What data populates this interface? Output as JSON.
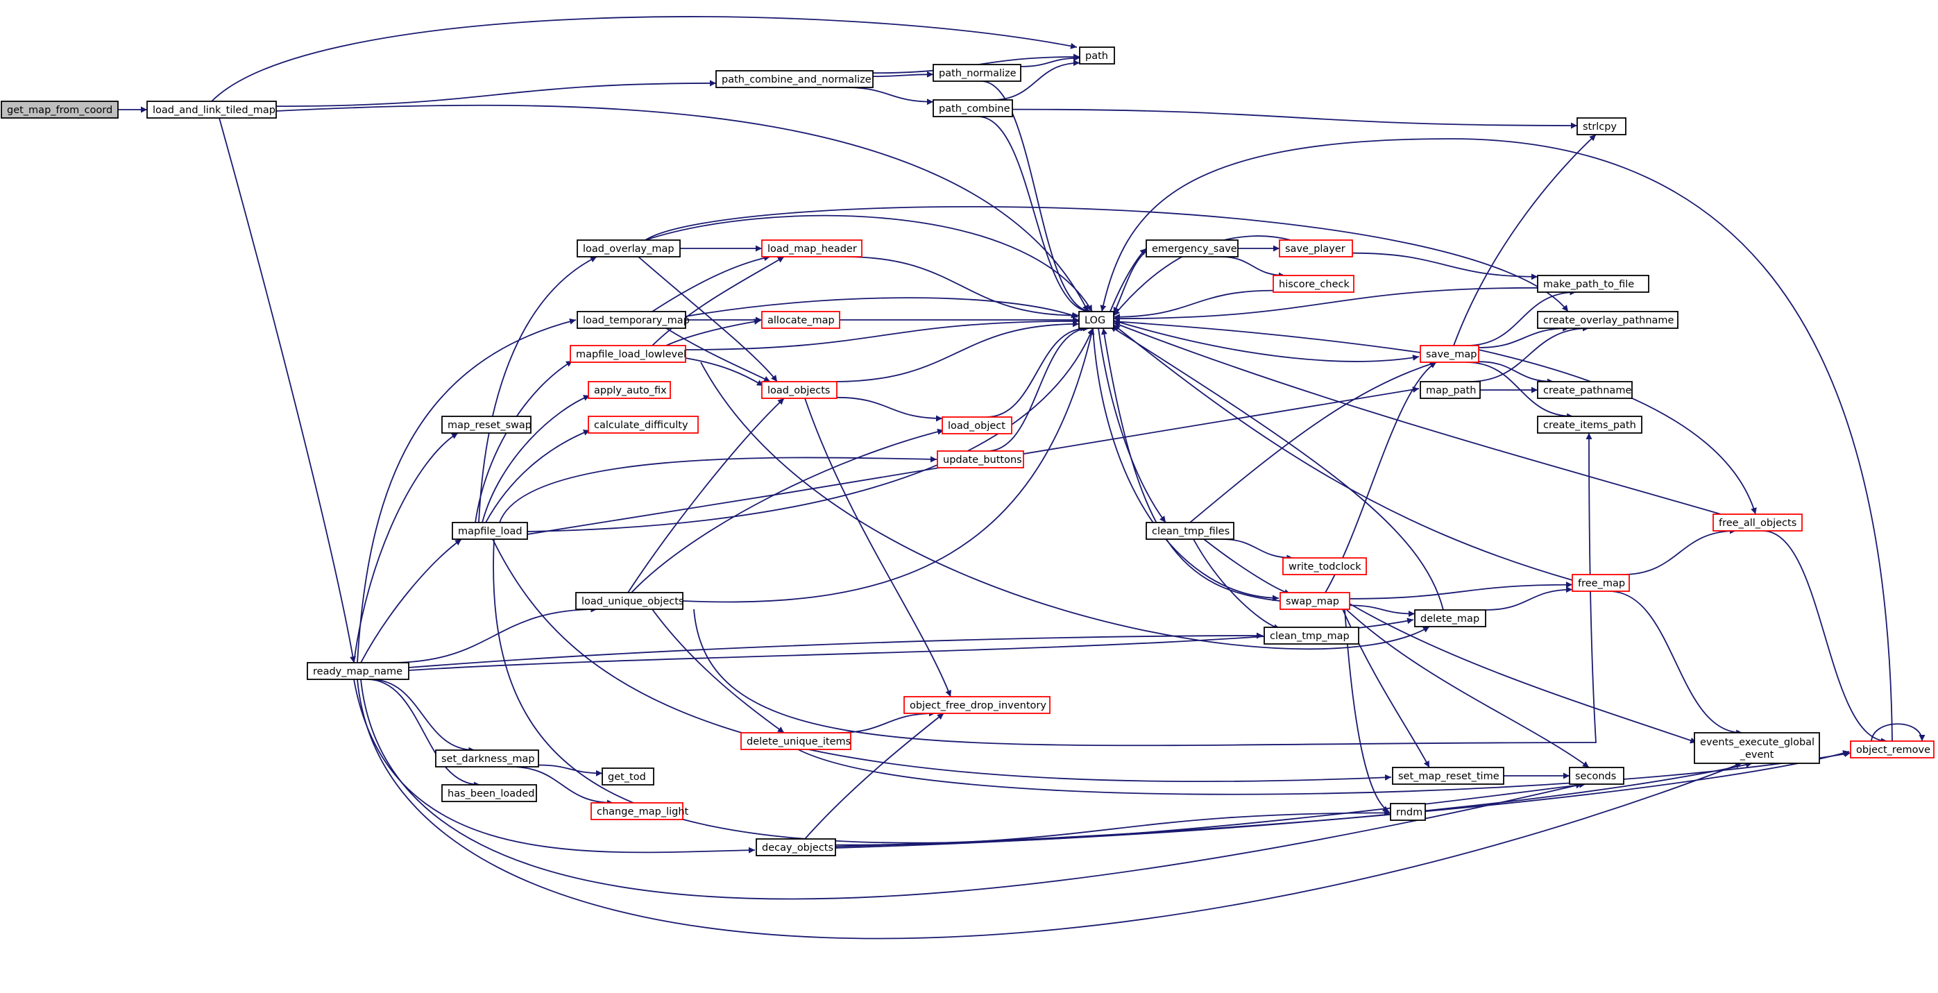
{
  "colors": {
    "edge": "#191970",
    "red_border": "#ff0000",
    "root_fill": "#bfbfbf",
    "black_border": "#000000"
  },
  "nodes": [
    {
      "id": "get_map_from_coord",
      "label": "get_map_from_coord",
      "style": "root"
    },
    {
      "id": "load_and_link_tiled_map",
      "label": "load_and_link_tiled_map",
      "style": "black"
    },
    {
      "id": "path_combine_and_normalize",
      "label": "path_combine_and_normalize",
      "style": "black"
    },
    {
      "id": "path_normalize",
      "label": "path_normalize",
      "style": "black"
    },
    {
      "id": "path",
      "label": "path",
      "style": "black"
    },
    {
      "id": "path_combine",
      "label": "path_combine",
      "style": "black"
    },
    {
      "id": "strlcpy",
      "label": "strlcpy",
      "style": "black"
    },
    {
      "id": "load_overlay_map",
      "label": "load_overlay_map",
      "style": "black"
    },
    {
      "id": "load_map_header",
      "label": "load_map_header",
      "style": "red"
    },
    {
      "id": "LOG",
      "label": "LOG",
      "style": "black"
    },
    {
      "id": "emergency_save",
      "label": "emergency_save",
      "style": "black"
    },
    {
      "id": "save_player",
      "label": "save_player",
      "style": "red"
    },
    {
      "id": "hiscore_check",
      "label": "hiscore_check",
      "style": "red"
    },
    {
      "id": "make_path_to_file",
      "label": "make_path_to_file",
      "style": "black"
    },
    {
      "id": "load_temporary_map",
      "label": "load_temporary_map",
      "style": "black"
    },
    {
      "id": "allocate_map",
      "label": "allocate_map",
      "style": "red"
    },
    {
      "id": "mapfile_load_lowlevel",
      "label": "mapfile_load_lowlevel",
      "style": "red"
    },
    {
      "id": "create_overlay_pathname",
      "label": "create_overlay_pathname",
      "style": "black"
    },
    {
      "id": "save_map",
      "label": "save_map",
      "style": "red"
    },
    {
      "id": "load_objects",
      "label": "load_objects",
      "style": "red"
    },
    {
      "id": "apply_auto_fix",
      "label": "apply_auto_fix",
      "style": "red"
    },
    {
      "id": "map_path",
      "label": "map_path",
      "style": "black"
    },
    {
      "id": "create_pathname",
      "label": "create_pathname",
      "style": "black"
    },
    {
      "id": "map_reset_swap",
      "label": "map_reset_swap",
      "style": "black"
    },
    {
      "id": "load_object",
      "label": "load_object",
      "style": "red"
    },
    {
      "id": "calculate_difficulty",
      "label": "calculate_difficulty",
      "style": "red"
    },
    {
      "id": "create_items_path",
      "label": "create_items_path",
      "style": "black"
    },
    {
      "id": "update_buttons",
      "label": "update_buttons",
      "style": "red"
    },
    {
      "id": "free_all_objects",
      "label": "free_all_objects",
      "style": "red"
    },
    {
      "id": "mapfile_load",
      "label": "mapfile_load",
      "style": "black"
    },
    {
      "id": "clean_tmp_files",
      "label": "clean_tmp_files",
      "style": "black"
    },
    {
      "id": "write_todclock",
      "label": "write_todclock",
      "style": "red"
    },
    {
      "id": "free_map",
      "label": "free_map",
      "style": "red"
    },
    {
      "id": "load_unique_objects",
      "label": "load_unique_objects",
      "style": "black"
    },
    {
      "id": "swap_map",
      "label": "swap_map",
      "style": "red"
    },
    {
      "id": "delete_map",
      "label": "delete_map",
      "style": "black"
    },
    {
      "id": "clean_tmp_map",
      "label": "clean_tmp_map",
      "style": "black"
    },
    {
      "id": "ready_map_name",
      "label": "ready_map_name",
      "style": "black"
    },
    {
      "id": "object_free_drop_inventory",
      "label": "object_free_drop_inventory",
      "style": "red"
    },
    {
      "id": "delete_unique_items",
      "label": "delete_unique_items",
      "style": "red"
    },
    {
      "id": "events_execute_global_event",
      "label": "events_execute_global\n_event",
      "style": "black"
    },
    {
      "id": "object_remove",
      "label": "object_remove",
      "style": "red"
    },
    {
      "id": "set_darkness_map",
      "label": "set_darkness_map",
      "style": "black"
    },
    {
      "id": "set_map_reset_time",
      "label": "set_map_reset_time",
      "style": "black"
    },
    {
      "id": "seconds",
      "label": "seconds",
      "style": "black"
    },
    {
      "id": "get_tod",
      "label": "get_tod",
      "style": "black"
    },
    {
      "id": "has_been_loaded",
      "label": "has_been_loaded",
      "style": "black"
    },
    {
      "id": "rndm",
      "label": "rndm",
      "style": "black"
    },
    {
      "id": "change_map_light",
      "label": "change_map_light",
      "style": "red"
    },
    {
      "id": "decay_objects",
      "label": "decay_objects",
      "style": "black"
    }
  ],
  "edges": [
    {
      "from": "get_map_from_coord",
      "to": "load_and_link_tiled_map"
    },
    {
      "from": "load_and_link_tiled_map",
      "to": "path_combine_and_normalize"
    },
    {
      "from": "load_and_link_tiled_map",
      "to": "path"
    },
    {
      "from": "load_and_link_tiled_map",
      "to": "LOG"
    },
    {
      "from": "load_and_link_tiled_map",
      "to": "ready_map_name"
    },
    {
      "from": "path_combine_and_normalize",
      "to": "path"
    },
    {
      "from": "path_combine_and_normalize",
      "to": "path_normalize"
    },
    {
      "from": "path_combine_and_normalize",
      "to": "path_combine"
    },
    {
      "from": "path_normalize",
      "to": "path"
    },
    {
      "from": "path_normalize",
      "to": "LOG"
    },
    {
      "from": "path_combine",
      "to": "path"
    },
    {
      "from": "path_combine",
      "to": "strlcpy"
    },
    {
      "from": "path_combine",
      "to": "LOG"
    },
    {
      "from": "load_overlay_map",
      "to": "load_map_header"
    },
    {
      "from": "load_overlay_map",
      "to": "LOG"
    },
    {
      "from": "load_overlay_map",
      "to": "create_overlay_pathname"
    },
    {
      "from": "load_overlay_map",
      "to": "load_objects"
    },
    {
      "from": "load_map_header",
      "to": "LOG"
    },
    {
      "from": "emergency_save",
      "to": "save_player"
    },
    {
      "from": "emergency_save",
      "to": "hiscore_check"
    },
    {
      "from": "emergency_save",
      "to": "LOG"
    },
    {
      "from": "save_player",
      "to": "LOG"
    },
    {
      "from": "save_player",
      "to": "make_path_to_file"
    },
    {
      "from": "hiscore_check",
      "to": "LOG"
    },
    {
      "from": "make_path_to_file",
      "to": "LOG"
    },
    {
      "from": "load_temporary_map",
      "to": "load_map_header"
    },
    {
      "from": "load_temporary_map",
      "to": "allocate_map"
    },
    {
      "from": "load_temporary_map",
      "to": "LOG"
    },
    {
      "from": "load_temporary_map",
      "to": "load_objects"
    },
    {
      "from": "allocate_map",
      "to": "LOG"
    },
    {
      "from": "mapfile_load_lowlevel",
      "to": "load_map_header"
    },
    {
      "from": "mapfile_load_lowlevel",
      "to": "allocate_map"
    },
    {
      "from": "mapfile_load_lowlevel",
      "to": "LOG"
    },
    {
      "from": "mapfile_load_lowlevel",
      "to": "load_objects"
    },
    {
      "from": "mapfile_load_lowlevel",
      "to": "delete_map"
    },
    {
      "from": "LOG",
      "to": "emergency_save"
    },
    {
      "from": "LOG",
      "to": "clean_tmp_files"
    },
    {
      "from": "LOG",
      "to": "swap_map"
    },
    {
      "from": "LOG",
      "to": "save_map"
    },
    {
      "from": "save_map",
      "to": "LOG"
    },
    {
      "from": "save_map",
      "to": "strlcpy"
    },
    {
      "from": "save_map",
      "to": "make_path_to_file"
    },
    {
      "from": "save_map",
      "to": "create_overlay_pathname"
    },
    {
      "from": "save_map",
      "to": "create_pathname"
    },
    {
      "from": "save_map",
      "to": "create_items_path"
    },
    {
      "from": "save_map",
      "to": "free_all_objects"
    },
    {
      "from": "load_objects",
      "to": "LOG"
    },
    {
      "from": "load_objects",
      "to": "load_object"
    },
    {
      "from": "load_objects",
      "to": "object_free_drop_inventory"
    },
    {
      "from": "map_path",
      "to": "create_overlay_pathname"
    },
    {
      "from": "map_path",
      "to": "create_pathname"
    },
    {
      "from": "load_object",
      "to": "LOG"
    },
    {
      "from": "update_buttons",
      "to": "LOG"
    },
    {
      "from": "free_all_objects",
      "to": "LOG"
    },
    {
      "from": "free_all_objects",
      "to": "object_remove"
    },
    {
      "from": "mapfile_load",
      "to": "mapfile_load_lowlevel"
    },
    {
      "from": "mapfile_load",
      "to": "load_overlay_map"
    },
    {
      "from": "mapfile_load",
      "to": "apply_auto_fix"
    },
    {
      "from": "mapfile_load",
      "to": "calculate_difficulty"
    },
    {
      "from": "mapfile_load",
      "to": "update_buttons"
    },
    {
      "from": "mapfile_load",
      "to": "LOG"
    },
    {
      "from": "mapfile_load",
      "to": "map_path"
    },
    {
      "from": "mapfile_load",
      "to": "set_map_reset_time"
    },
    {
      "from": "mapfile_load",
      "to": "seconds"
    },
    {
      "from": "clean_tmp_files",
      "to": "save_map"
    },
    {
      "from": "clean_tmp_files",
      "to": "write_todclock"
    },
    {
      "from": "clean_tmp_files",
      "to": "swap_map"
    },
    {
      "from": "clean_tmp_files",
      "to": "clean_tmp_map"
    },
    {
      "from": "free_map",
      "to": "LOG"
    },
    {
      "from": "free_map",
      "to": "free_all_objects"
    },
    {
      "from": "free_map",
      "to": "events_execute_global_event"
    },
    {
      "from": "load_unique_objects",
      "to": "load_objects"
    },
    {
      "from": "load_unique_objects",
      "to": "load_object"
    },
    {
      "from": "load_unique_objects",
      "to": "LOG"
    },
    {
      "from": "load_unique_objects",
      "to": "delete_unique_items"
    },
    {
      "from": "load_unique_objects",
      "to": "create_items_path"
    },
    {
      "from": "swap_map",
      "to": "save_map"
    },
    {
      "from": "swap_map",
      "to": "LOG"
    },
    {
      "from": "swap_map",
      "to": "free_map"
    },
    {
      "from": "swap_map",
      "to": "delete_map"
    },
    {
      "from": "swap_map",
      "to": "events_execute_global_event"
    },
    {
      "from": "swap_map",
      "to": "set_map_reset_time"
    },
    {
      "from": "swap_map",
      "to": "seconds"
    },
    {
      "from": "swap_map",
      "to": "rndm"
    },
    {
      "from": "delete_map",
      "to": "LOG"
    },
    {
      "from": "delete_map",
      "to": "free_map"
    },
    {
      "from": "ready_map_name",
      "to": "map_reset_swap"
    },
    {
      "from": "ready_map_name",
      "to": "load_temporary_map"
    },
    {
      "from": "ready_map_name",
      "to": "mapfile_load"
    },
    {
      "from": "ready_map_name",
      "to": "load_unique_objects"
    },
    {
      "from": "ready_map_name",
      "to": "clean_tmp_map"
    },
    {
      "from": "ready_map_name",
      "to": "delete_map"
    },
    {
      "from": "ready_map_name",
      "to": "set_darkness_map"
    },
    {
      "from": "ready_map_name",
      "to": "has_been_loaded"
    },
    {
      "from": "ready_map_name",
      "to": "decay_objects"
    },
    {
      "from": "ready_map_name",
      "to": "seconds"
    },
    {
      "from": "ready_map_name",
      "to": "events_execute_global_event"
    },
    {
      "from": "delete_unique_items",
      "to": "object_free_drop_inventory"
    },
    {
      "from": "delete_unique_items",
      "to": "object_remove"
    },
    {
      "from": "object_remove",
      "to": "LOG"
    },
    {
      "from": "object_remove",
      "to": "object_remove"
    },
    {
      "from": "set_darkness_map",
      "to": "get_tod"
    },
    {
      "from": "set_darkness_map",
      "to": "change_map_light"
    },
    {
      "from": "set_map_reset_time",
      "to": "seconds"
    },
    {
      "from": "decay_objects",
      "to": "object_free_drop_inventory"
    },
    {
      "from": "decay_objects",
      "to": "object_remove"
    },
    {
      "from": "decay_objects",
      "to": "rndm"
    },
    {
      "from": "decay_objects",
      "to": "events_execute_global_event"
    }
  ]
}
